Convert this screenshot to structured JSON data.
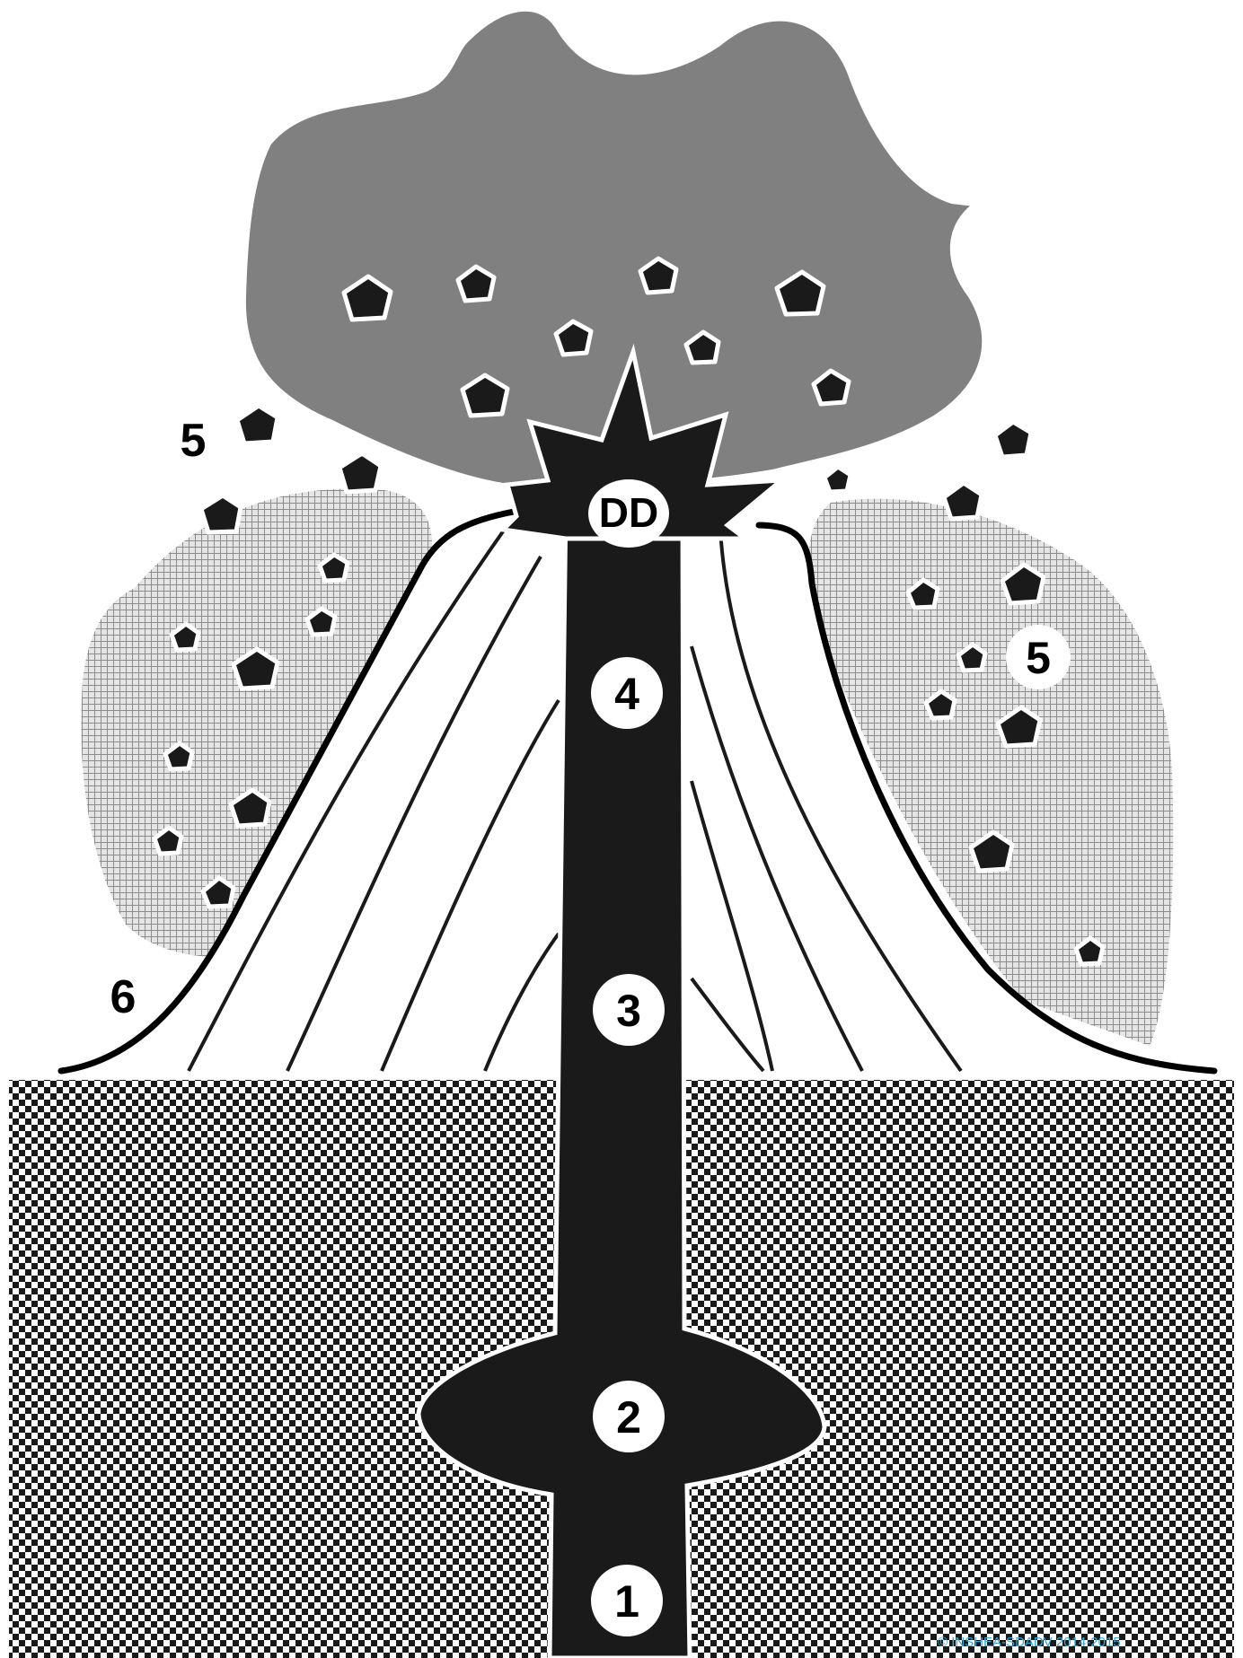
{
  "diagram": {
    "labels": {
      "magma_chamber_root": "1",
      "magma_chamber": "2",
      "conduit_lower": "3",
      "conduit_upper": "4",
      "crater": "DD",
      "ash_left": "5",
      "ash_right": "5",
      "slope": "6"
    },
    "copyright": "© INSHEA-SDADV 2014-2015",
    "colors": {
      "ash_cloud": "#808080",
      "conduit": "#1a1a1a",
      "bedrock_pattern": "checkerboard black/white",
      "ash_fallout_pattern": "fine grey grid",
      "copyright_text": "#35a8d8"
    }
  }
}
